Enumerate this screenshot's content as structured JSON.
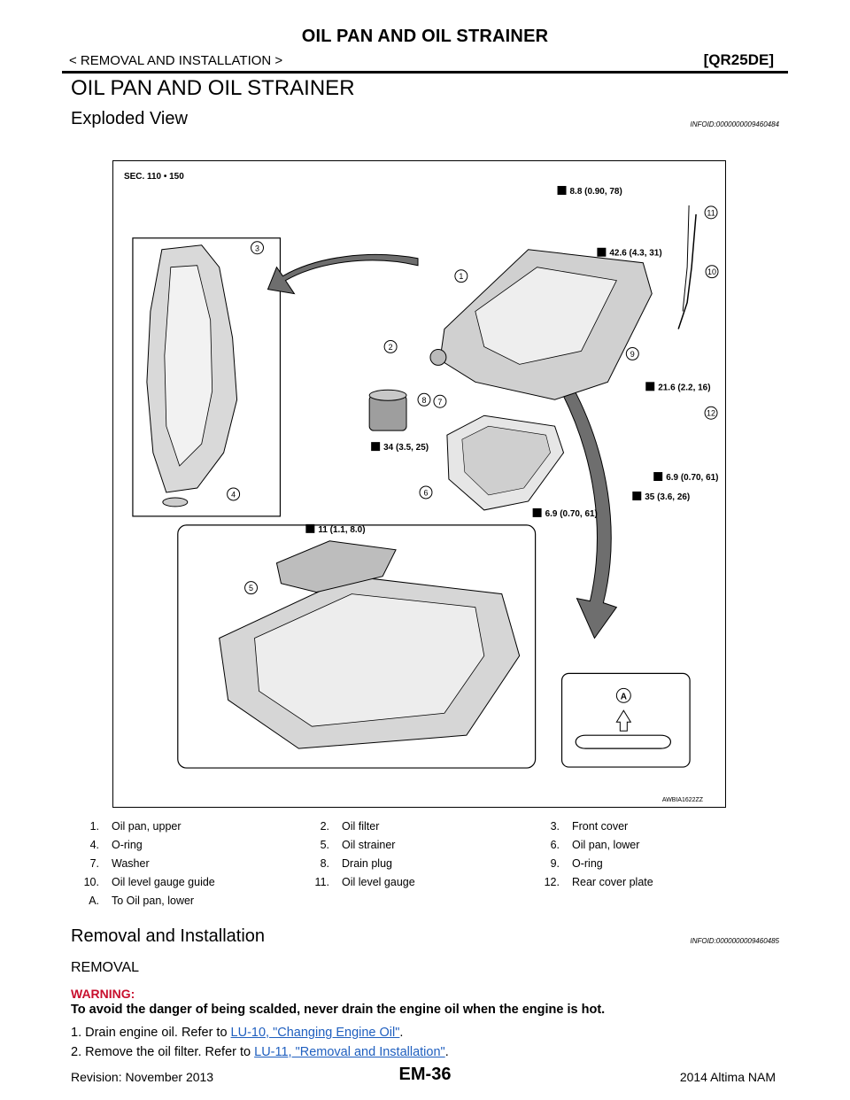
{
  "header": {
    "title": "OIL PAN AND OIL STRAINER",
    "breadcrumb": "< REMOVAL AND INSTALLATION >",
    "engine": "[QR25DE]"
  },
  "section": {
    "title": "OIL PAN AND OIL STRAINER"
  },
  "exploded": {
    "title": "Exploded View",
    "infoid": "INFOID:0000000009460484"
  },
  "figure": {
    "sec_label": "SEC. 110 • 150",
    "ref_code": "AWBIA1622ZZ",
    "callouts": [
      "1",
      "2",
      "3",
      "4",
      "5",
      "6",
      "7",
      "8",
      "9",
      "10",
      "11",
      "12",
      "A"
    ],
    "torques": {
      "t1": "8.8 (0.90, 78)",
      "t2": "42.6 (4.3, 31)",
      "t3": "21.6 (2.2, 16)",
      "t4": "34 (3.5, 25)",
      "t5": "6.9 (0.70, 61)",
      "t6": "35 (3.6, 26)",
      "t7": "6.9 (0.70, 61)",
      "t8": "11 (1.1, 8.0)"
    },
    "a_label": "A"
  },
  "legend": [
    [
      {
        "n": "1.",
        "t": "Oil pan, upper"
      },
      {
        "n": "2.",
        "t": "Oil filter"
      },
      {
        "n": "3.",
        "t": "Front cover"
      }
    ],
    [
      {
        "n": "4.",
        "t": "O-ring"
      },
      {
        "n": "5.",
        "t": "Oil strainer"
      },
      {
        "n": "6.",
        "t": "Oil pan, lower"
      }
    ],
    [
      {
        "n": "7.",
        "t": "Washer"
      },
      {
        "n": "8.",
        "t": "Drain plug"
      },
      {
        "n": "9.",
        "t": "O-ring"
      }
    ],
    [
      {
        "n": "10.",
        "t": "Oil level gauge guide"
      },
      {
        "n": "11.",
        "t": "Oil level gauge"
      },
      {
        "n": "12.",
        "t": "Rear cover plate"
      }
    ],
    [
      {
        "n": "A.",
        "t": "To Oil pan, lower"
      }
    ]
  ],
  "removal_installation": {
    "title": "Removal and Installation",
    "infoid": "INFOID:0000000009460485"
  },
  "removal": {
    "heading": "REMOVAL",
    "warning_label": "WARNING:",
    "warning_text": "To avoid the danger of being scalded, never drain the engine oil when the engine is hot.",
    "steps": [
      {
        "num": "1.",
        "pre": "Drain engine oil. Refer to ",
        "link": "LU-10, \"Changing Engine Oil\"",
        "post": "."
      },
      {
        "num": "2.",
        "pre": "Remove the oil filter. Refer to ",
        "link": "LU-11, \"Removal and Installation\"",
        "post": "."
      }
    ]
  },
  "footer": {
    "revision": "Revision: November 2013",
    "page": "EM-36",
    "model": "2014 Altima NAM"
  }
}
